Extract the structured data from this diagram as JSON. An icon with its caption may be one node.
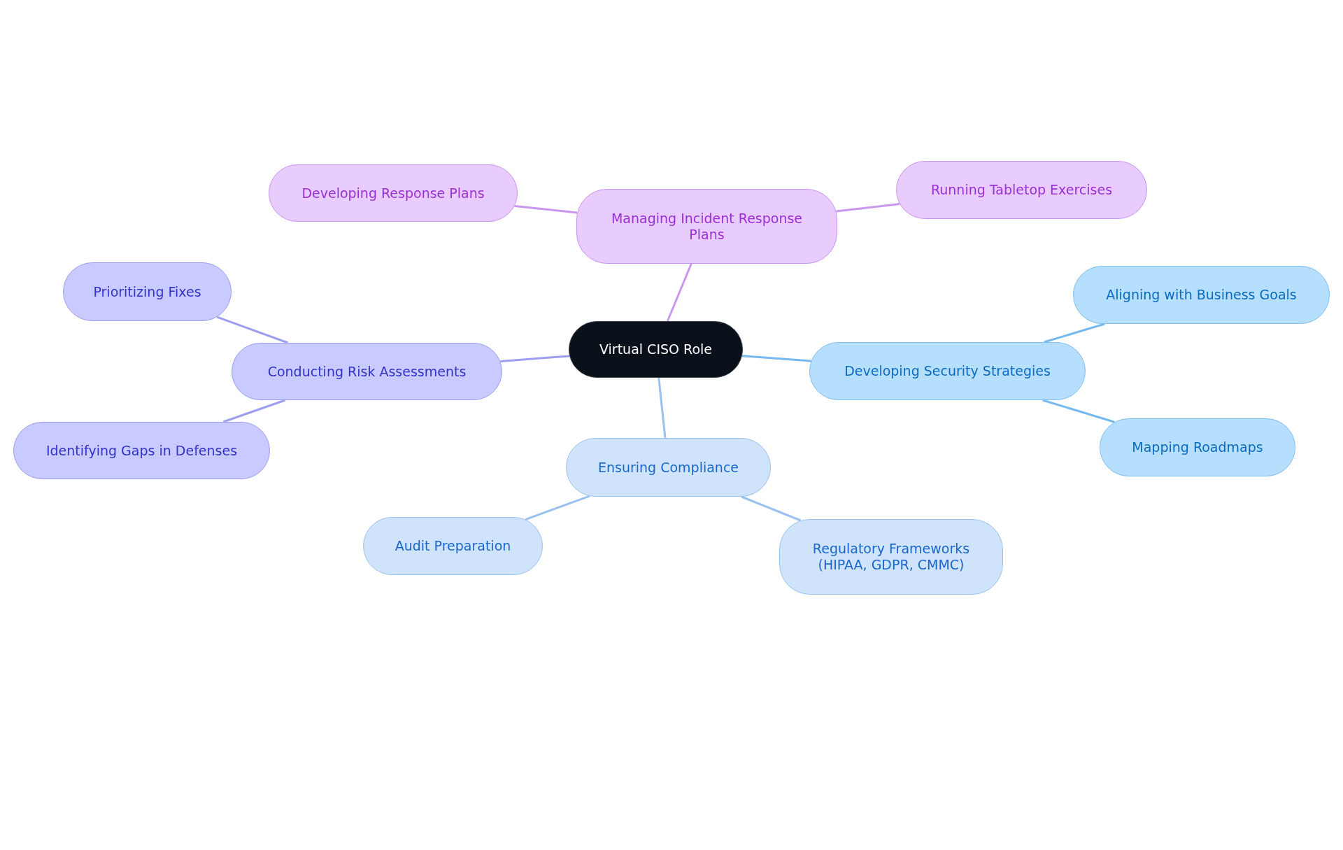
{
  "diagram": {
    "nodes": [
      {
        "text": [
          "Virtual CISO Role"
        ]
      },
      {
        "text": [
          "Managing Incident Response Plans"
        ]
      },
      {
        "text": [
          "Developing Response Plans"
        ]
      },
      {
        "text": [
          "Running Tabletop Exercises"
        ]
      },
      {
        "text": [
          "Developing Security Strategies"
        ]
      },
      {
        "text": [
          "Aligning with Business Goals"
        ]
      },
      {
        "text": [
          "Mapping Roadmaps"
        ]
      },
      {
        "text": [
          "Ensuring Compliance"
        ]
      },
      {
        "text": [
          "Audit Preparation"
        ]
      },
      {
        "text": [
          "Regulatory Frameworks (HIPAA, GDPR, CMMC)"
        ]
      },
      {
        "text": [
          "Conducting Risk Assessments"
        ]
      },
      {
        "text": [
          "Prioritizing Fixes"
        ]
      },
      {
        "text": [
          "Identifying Gaps in Defenses"
        ]
      }
    ],
    "edges": [
      {
        "from": 0,
        "to": 1,
        "arrow": "none",
        "color": "#c997f0"
      },
      {
        "from": 1,
        "to": 2,
        "arrow": "none",
        "color": "#c997f0"
      },
      {
        "from": 1,
        "to": 3,
        "arrow": "none",
        "color": "#c997f0"
      },
      {
        "from": 0,
        "to": 4,
        "arrow": "none",
        "color": "#76b9ee"
      },
      {
        "from": 4,
        "to": 5,
        "arrow": "none",
        "color": "#76b9ee"
      },
      {
        "from": 4,
        "to": 6,
        "arrow": "none",
        "color": "#76b9ee"
      },
      {
        "from": 0,
        "to": 7,
        "arrow": "none",
        "color": "#9bc1ee"
      },
      {
        "from": 7,
        "to": 8,
        "arrow": "none",
        "color": "#9bc1ee"
      },
      {
        "from": 7,
        "to": 9,
        "arrow": "none",
        "color": "#9bc1ee"
      },
      {
        "from": 0,
        "to": 10,
        "arrow": "none",
        "color": "#9d9ef0"
      },
      {
        "from": 10,
        "to": 11,
        "arrow": "none",
        "color": "#9d9ef0"
      },
      {
        "from": 10,
        "to": 12,
        "arrow": "none",
        "color": "#9d9ef0"
      }
    ]
  }
}
